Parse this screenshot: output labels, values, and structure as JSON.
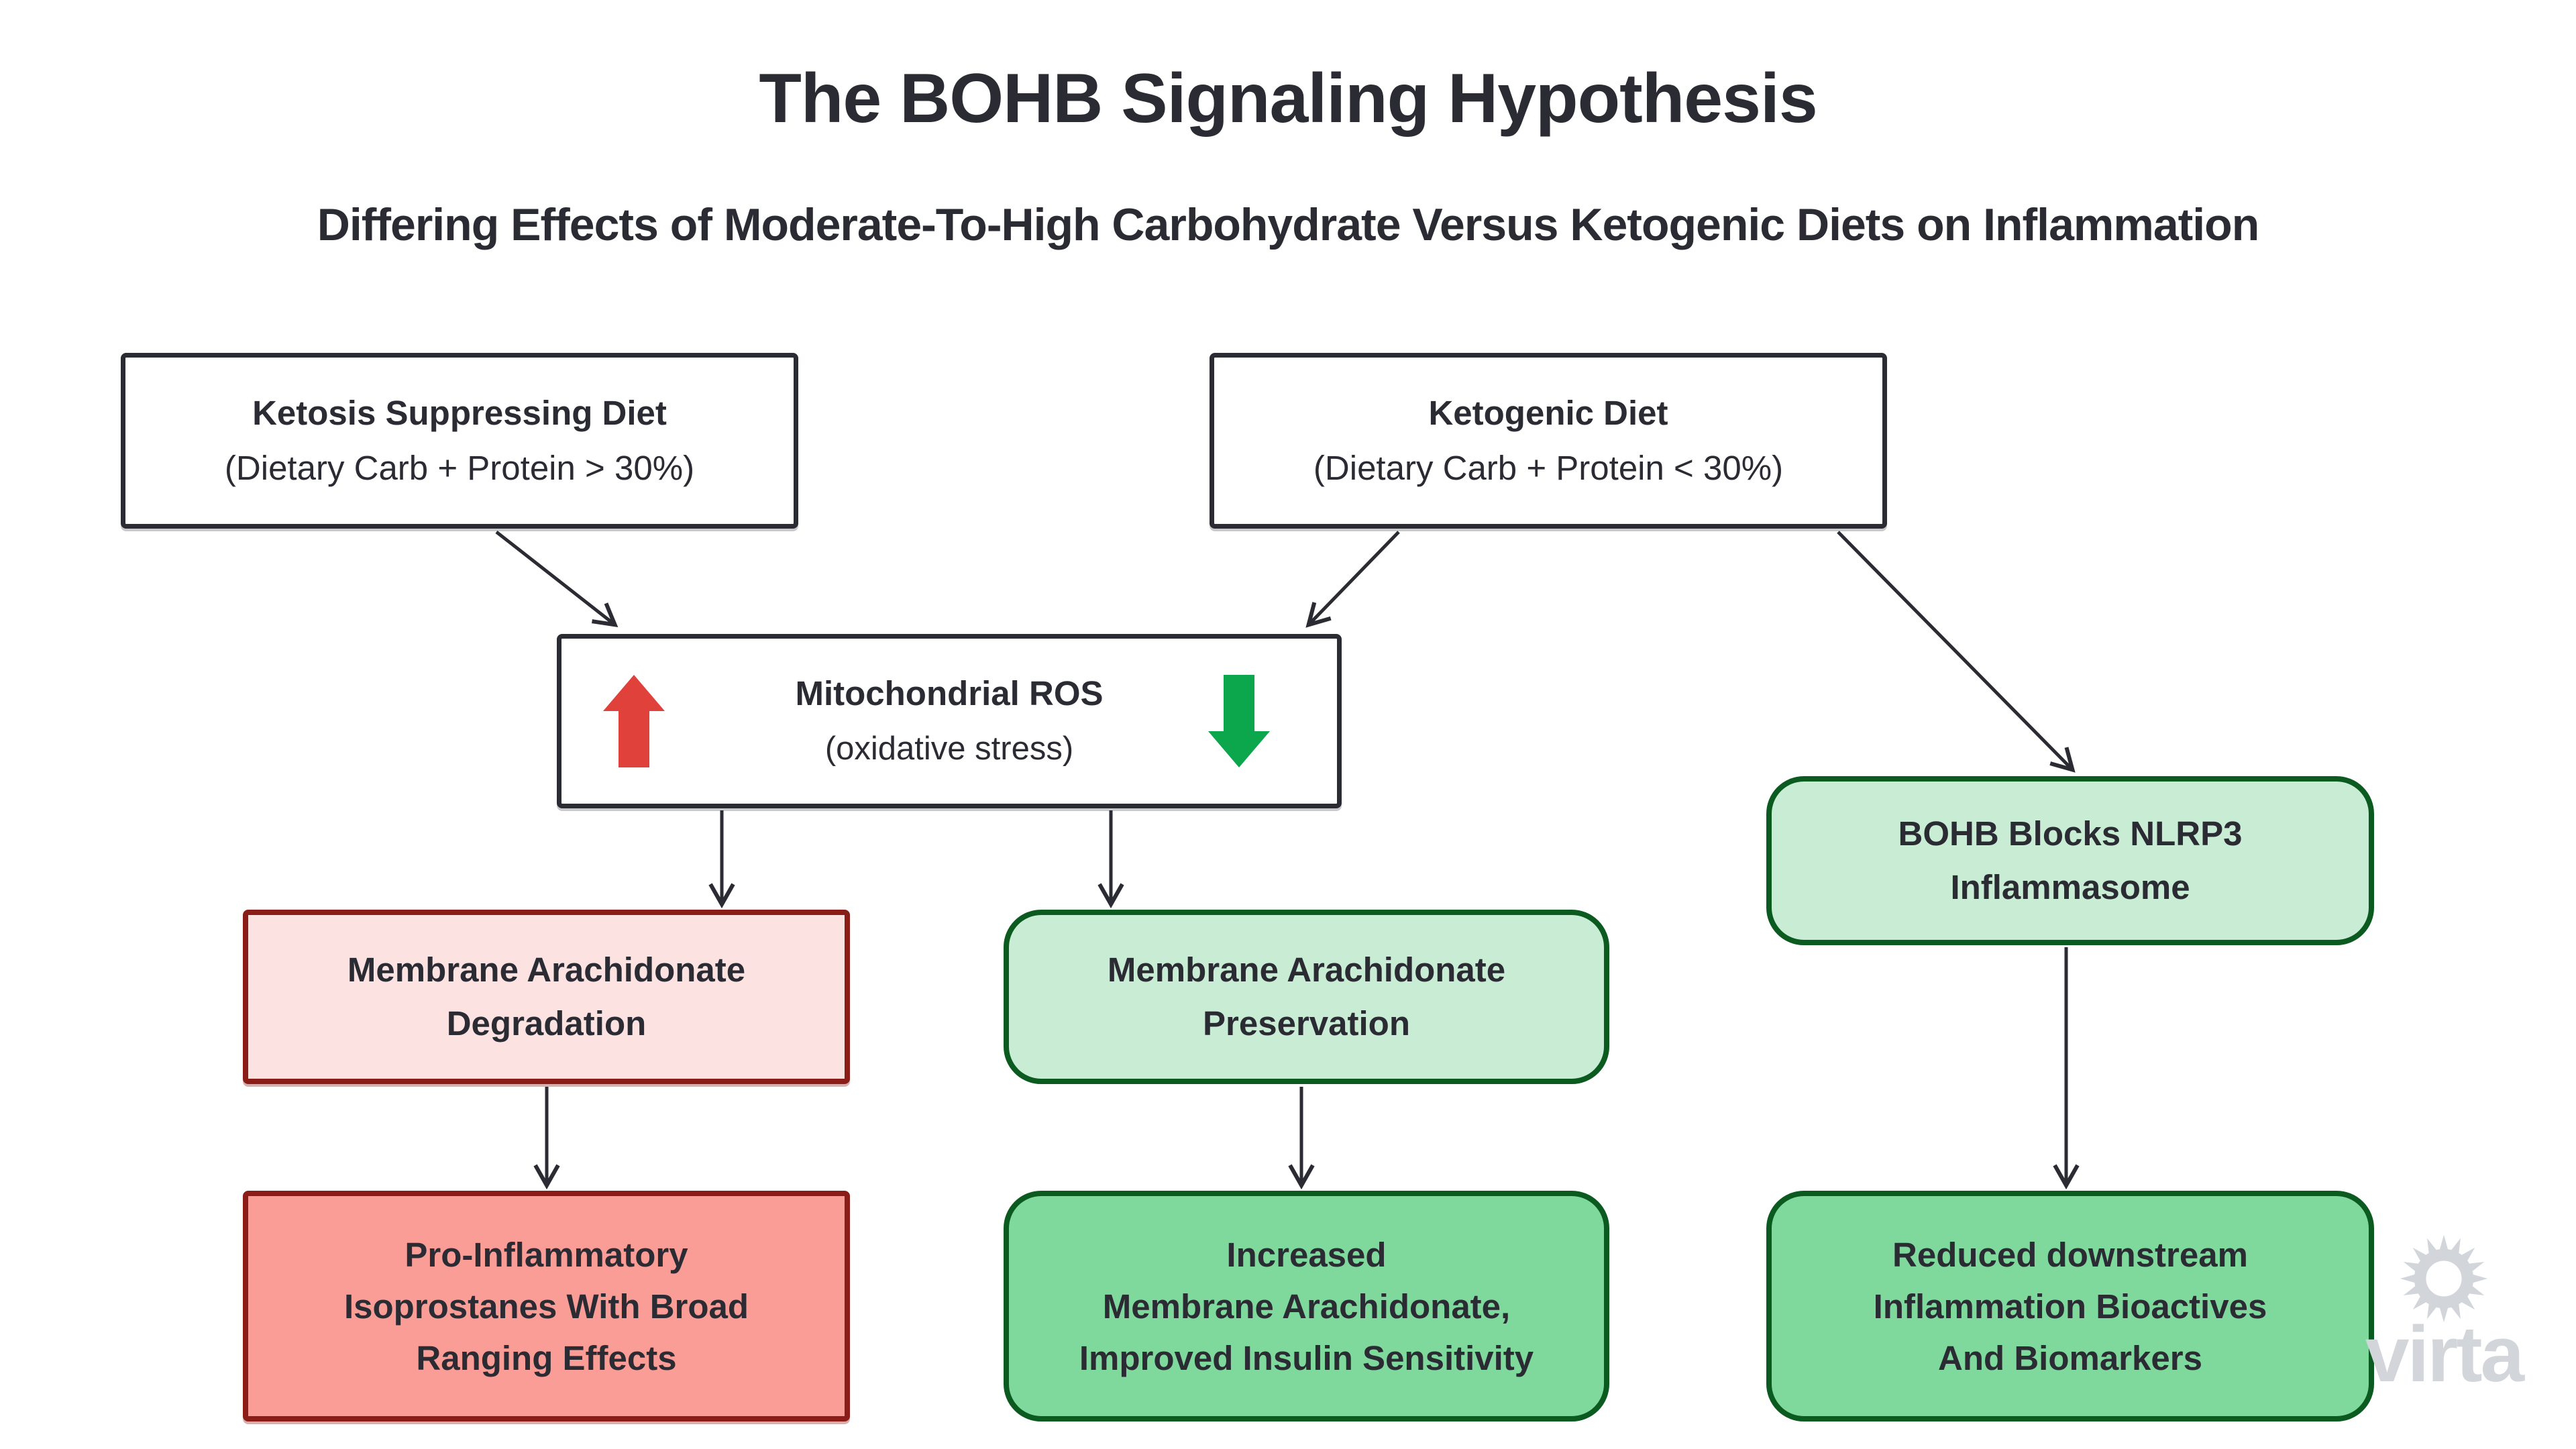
{
  "title": "The BOHB Signaling Hypothesis",
  "subtitle": "Differing Effects of Moderate-To-High Carbohydrate Versus Ketogenic Diets on Inflammation",
  "colors": {
    "text": "#2b2b33",
    "box-border-dark": "#2b2b33",
    "red-arrow": "#e0413a",
    "green-arrow": "#0ca64c",
    "green-light-fill": "#c8ecd4",
    "green-mid-fill": "#7fd89c",
    "green-border": "#0b5b20",
    "pink-fill": "#fce2e1",
    "salmon-fill": "#f99d96",
    "red-border": "#8b1d18",
    "logo-gray": "#d2d6db"
  },
  "nodes": {
    "ketosis": {
      "lines": [
        "Ketosis Suppressing Diet",
        "(Dietary Carb + Protein > 30%)"
      ]
    },
    "ketogenic": {
      "lines": [
        "Ketogenic Diet",
        "(Dietary Carb + Protein < 30%)"
      ]
    },
    "ros": {
      "lines": [
        "Mitochondrial ROS",
        "(oxidative stress)"
      ]
    },
    "bohb": {
      "lines": [
        "BOHB Blocks NLRP3",
        "Inflammasome"
      ]
    },
    "degradation": {
      "lines": [
        "Membrane Arachidonate",
        "Degradation"
      ]
    },
    "preservation": {
      "lines": [
        "Membrane Arachidonate",
        "Preservation"
      ]
    },
    "isoprostanes": {
      "lines": [
        "Pro-Inflammatory",
        "Isoprostanes With Broad",
        "Ranging Effects"
      ]
    },
    "increased": {
      "lines": [
        "Increased",
        "Membrane Arachidonate,",
        "Improved Insulin Sensitivity"
      ]
    },
    "reduced": {
      "lines": [
        "Reduced downstream",
        "Inflammation Bioactives",
        "And Biomarkers"
      ]
    }
  },
  "logo": {
    "brand": "virta"
  }
}
